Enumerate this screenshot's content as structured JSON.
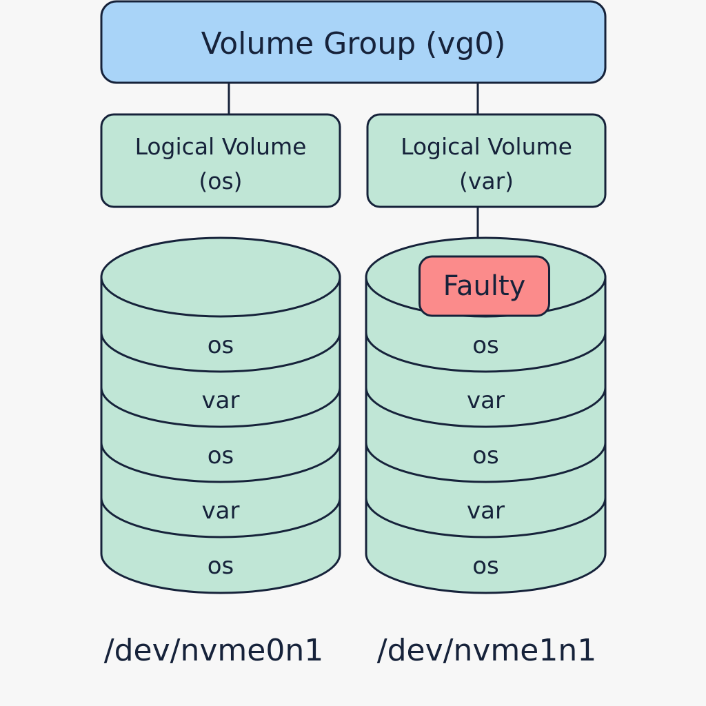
{
  "volume_group": {
    "label": "Volume Group (vg0)",
    "color": "#a9d4f8"
  },
  "logical_volumes": [
    {
      "line1": "Logical Volume",
      "line2": "(os)"
    },
    {
      "line1": "Logical Volume",
      "line2": "(var)"
    }
  ],
  "disks": [
    {
      "device": "/dev/nvme0n1",
      "extents": [
        "os",
        "var",
        "os",
        "var",
        "os"
      ],
      "status": null
    },
    {
      "device": "/dev/nvme1n1",
      "extents": [
        "os",
        "var",
        "os",
        "var",
        "os"
      ],
      "status": "Faulty"
    }
  ],
  "colors": {
    "logical_volume": "#c0e6d6",
    "disk": "#c0e6d6",
    "faulty": "#fb8b8b",
    "stroke": "#16223a",
    "background": "#f7f7f7"
  }
}
